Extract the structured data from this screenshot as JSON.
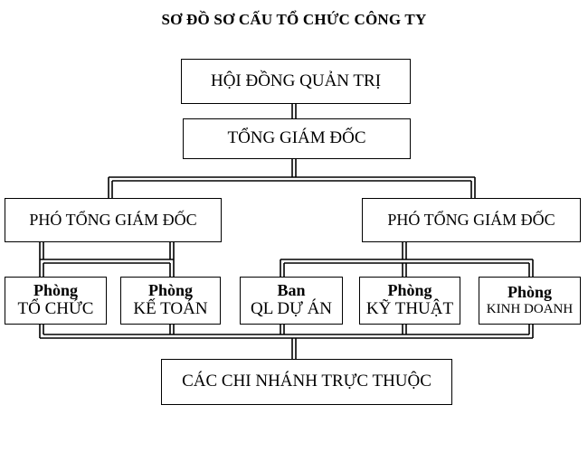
{
  "title": "SƠ ĐỒ SƠ CẤU TỔ CHỨC CÔNG TY",
  "board": "HỘI ĐỒNG QUẢN TRỊ",
  "ceo": "TỔNG GIÁM ĐỐC",
  "deputies": [
    {
      "label": "PHÓ TỔNG GIÁM ĐỐC"
    },
    {
      "label": "PHÓ TỔNG GIÁM ĐỐC"
    }
  ],
  "departments": [
    {
      "line1": "Phòng",
      "line2": "TỔ CHỨC"
    },
    {
      "line1": "Phòng",
      "line2": "KẾ TOÁN"
    },
    {
      "line1": "Ban",
      "line2": "QL DỰ ÁN"
    },
    {
      "line1": "Phòng",
      "line2": "KỸ THUẬT"
    },
    {
      "line1": "Phòng",
      "line2": "KINH DOANH"
    }
  ],
  "branches": "CÁC CHI NHÁNH TRỰC THUỘC"
}
